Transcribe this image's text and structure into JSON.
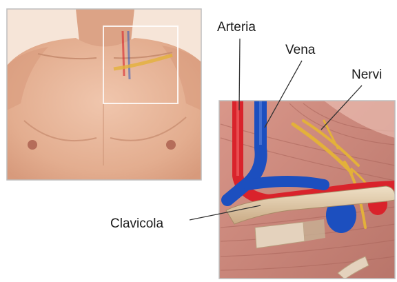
{
  "labels": {
    "arteria": "Arteria",
    "vena": "Vena",
    "nervi": "Nervi",
    "clavicola": "Clavicola"
  },
  "colors": {
    "skin": "#e8b79a",
    "skin_shadow": "#d49a7d",
    "muscle": "#c98679",
    "muscle_dark": "#a9645a",
    "artery": "#d9232b",
    "vein": "#1c4fbf",
    "nerve": "#e3b13a",
    "bone": "#dcc4a3",
    "frame": "#bdbdbd"
  }
}
